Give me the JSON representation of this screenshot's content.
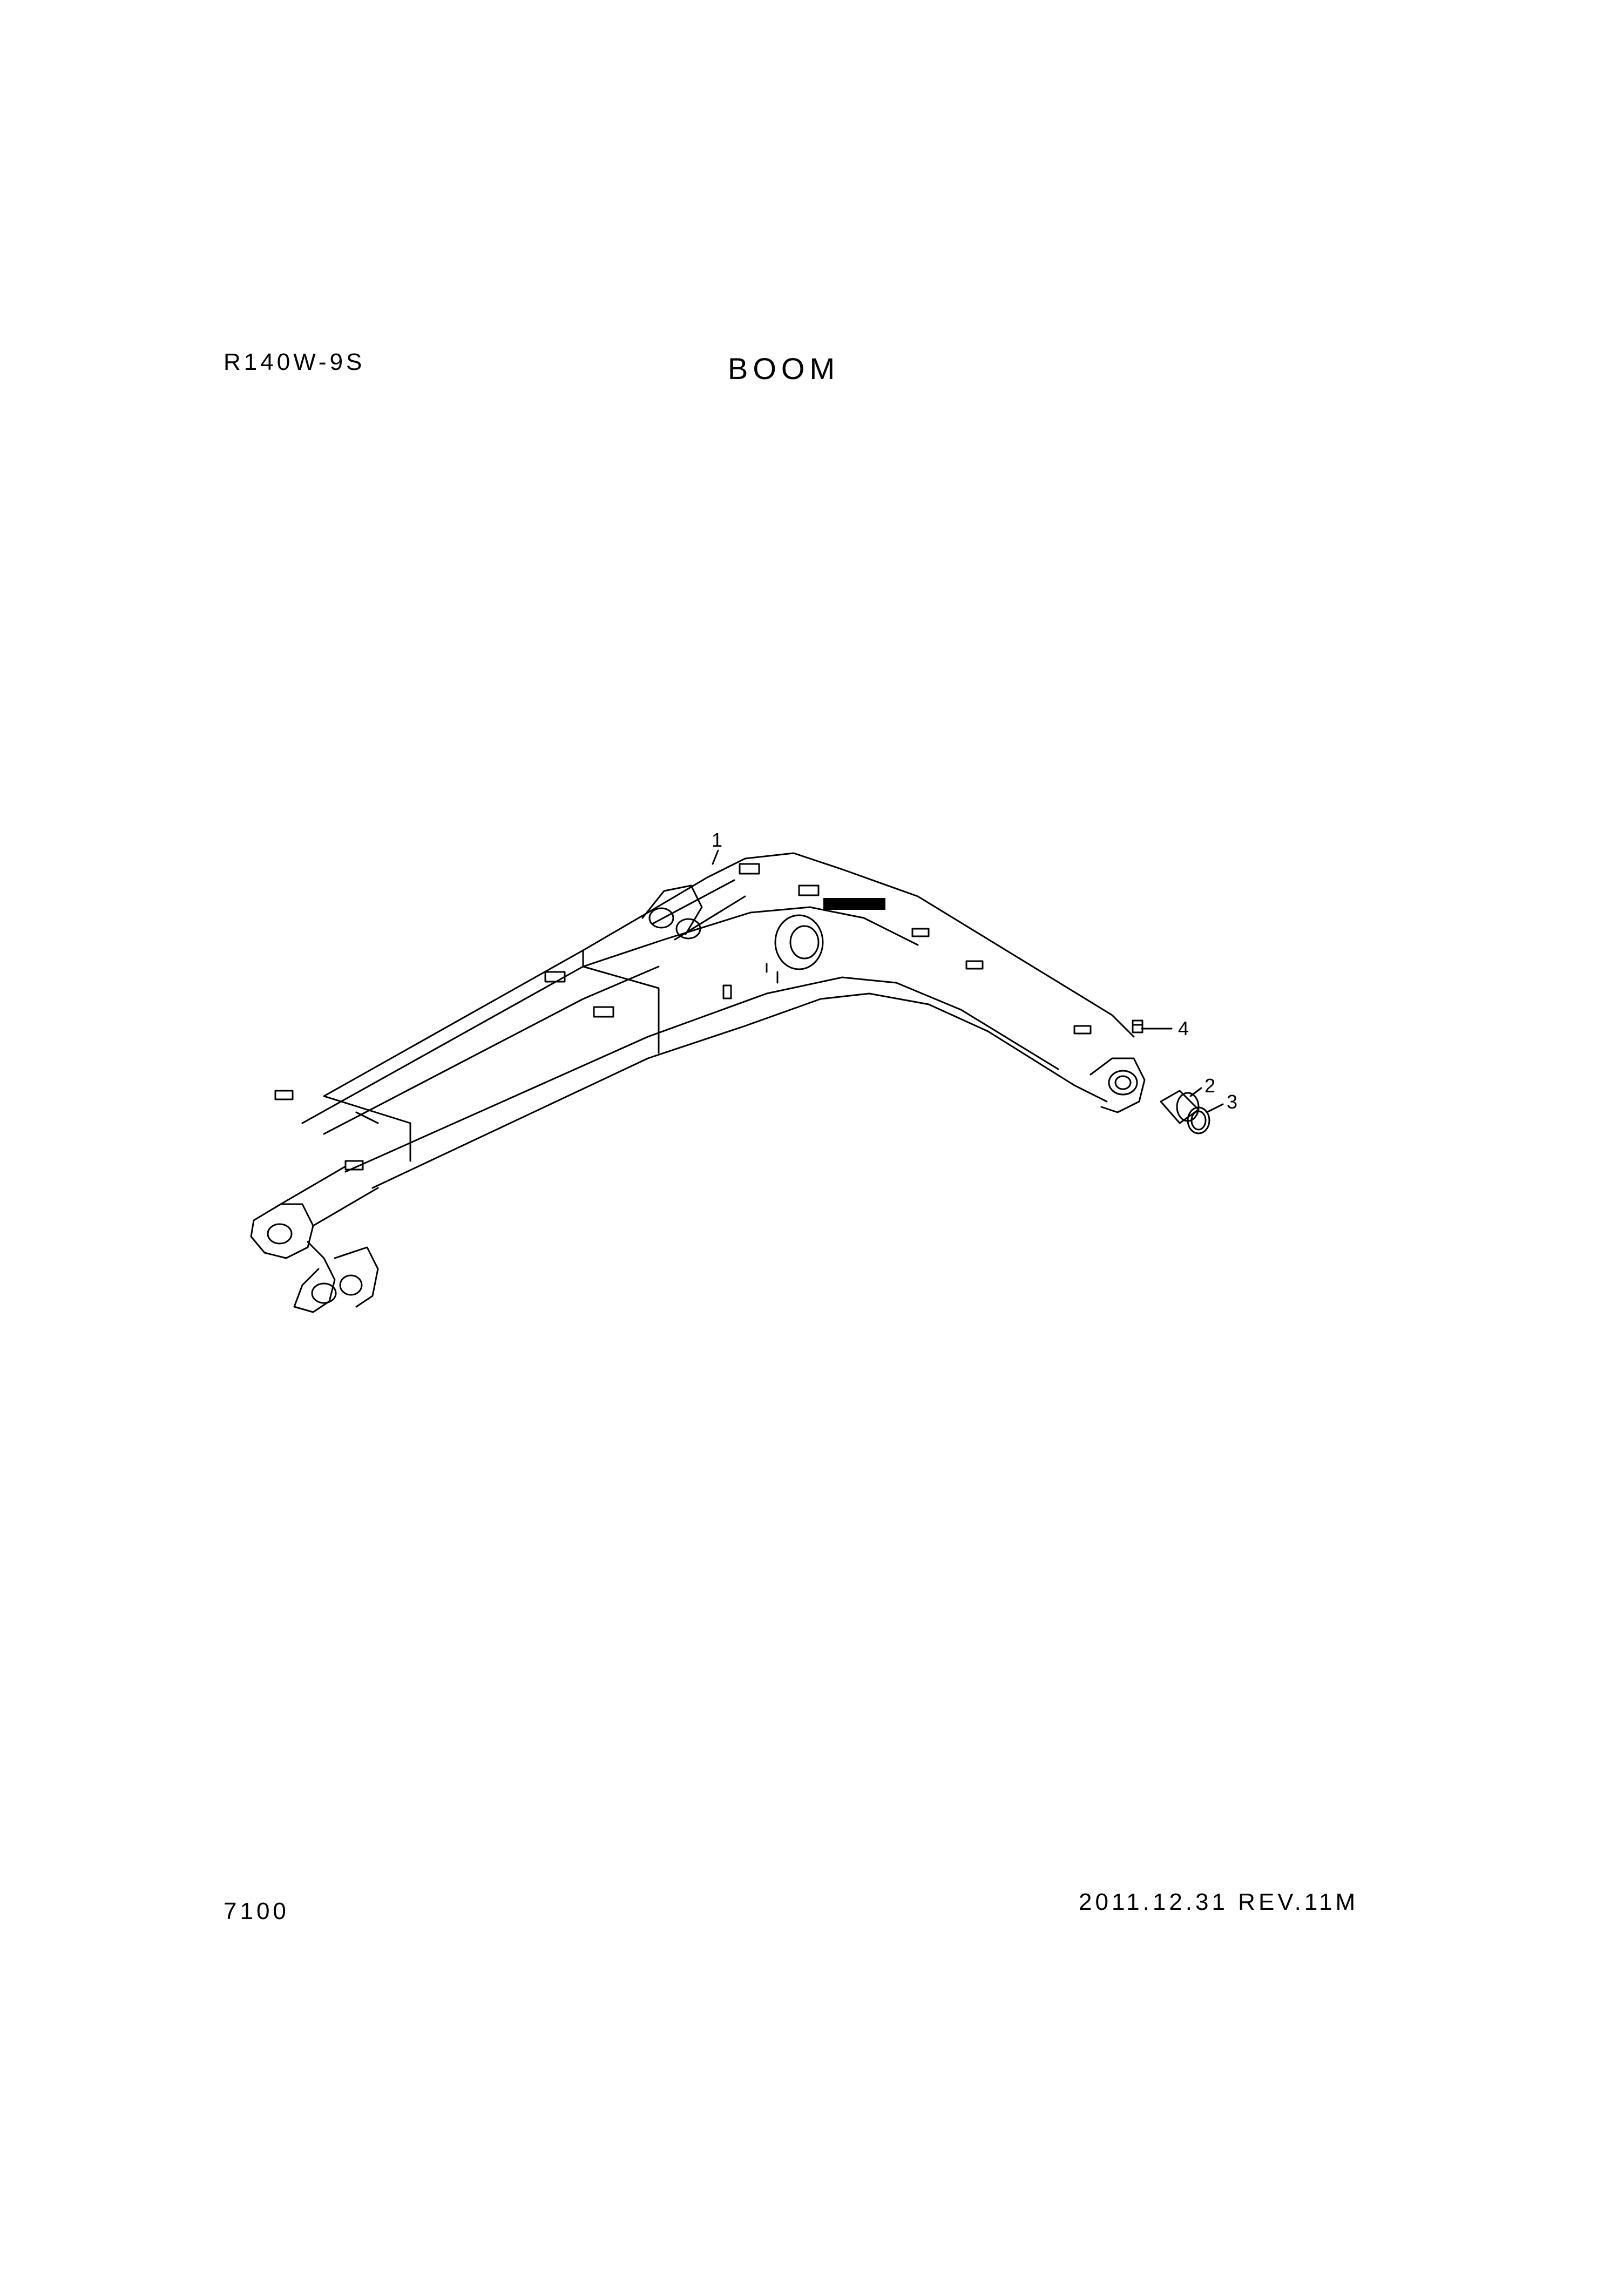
{
  "header": {
    "model": "R140W-9S",
    "title": "BOOM"
  },
  "footer": {
    "page_number": "7100",
    "revision": "2011.12.31  REV.11M"
  },
  "callouts": {
    "c1": "1",
    "c2": "2",
    "c3": "3",
    "c4": "4"
  }
}
